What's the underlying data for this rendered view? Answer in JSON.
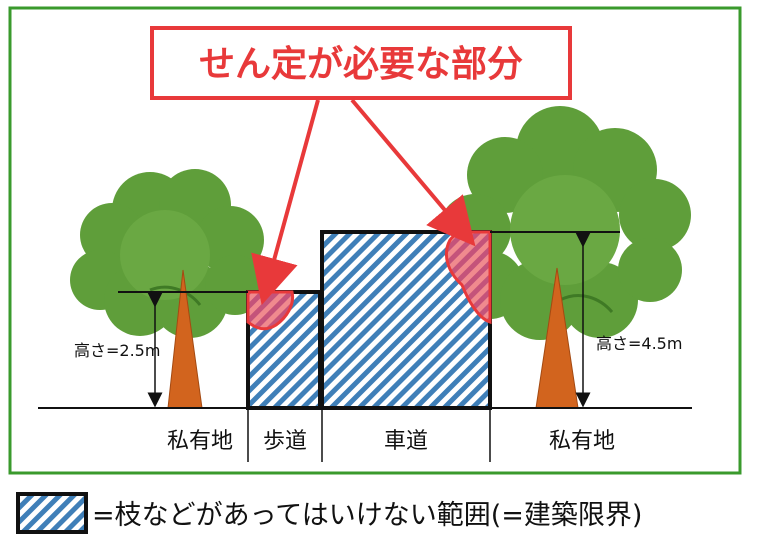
{
  "callout": {
    "text": "せん定が必要な部分"
  },
  "heights": {
    "left": "高さ=2.5m",
    "right": "高さ=4.5m"
  },
  "zones": {
    "private_left": "私有地",
    "sidewalk": "歩道",
    "roadway": "車道",
    "private_right": "私有地"
  },
  "legend": {
    "text": "=枝などがあってはいけない範囲(=建築限界)"
  },
  "colors": {
    "frame": "#3a9a2c",
    "callout": "#e8393a",
    "canopy": "#5f9e3a",
    "canopy_dark": "#3f7a25",
    "trunk": "#d2641e",
    "hatch_blue": "#3f7fb8",
    "prune_fill": "#e8393a"
  },
  "icons": [
    "tree-icon",
    "hatch-swatch-icon",
    "arrow-icon"
  ]
}
